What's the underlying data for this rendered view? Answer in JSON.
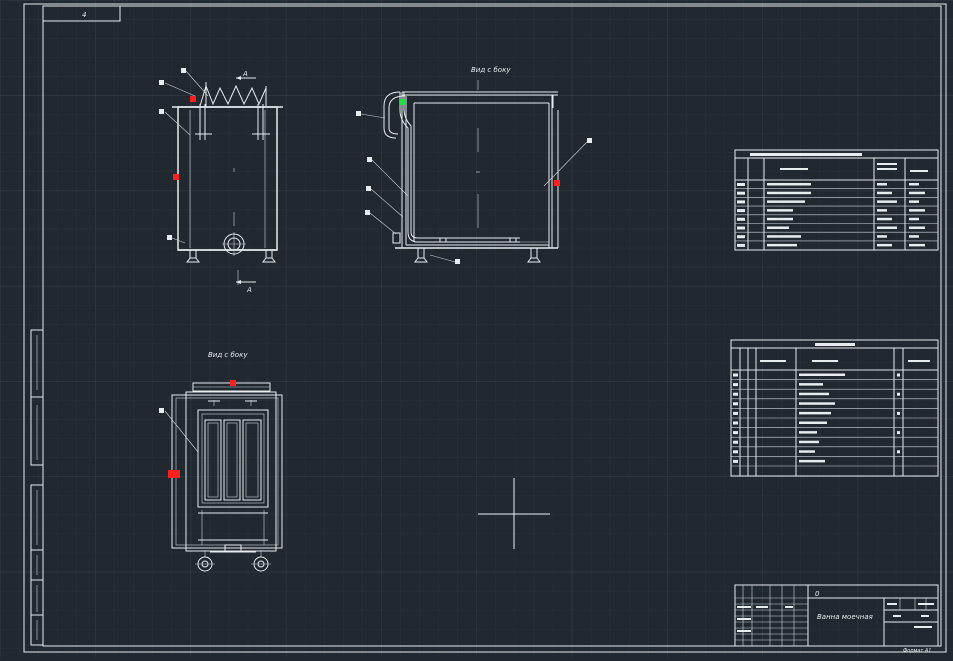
{
  "sheet": {
    "corner_label": "4",
    "bottom_right_label": "Формат А1"
  },
  "views": {
    "side_view_top": "Вид с боку",
    "side_view_bottom": "Вид с боку",
    "section_mark": "А"
  },
  "title_block": {
    "designation": "0",
    "drawing_title": "Ванна моечная"
  },
  "colors": {
    "background": "#212830",
    "grid": "#2d3640",
    "lines": "#e8ecef",
    "marker_red": "#ff2020",
    "marker_green": "#22dd44"
  }
}
